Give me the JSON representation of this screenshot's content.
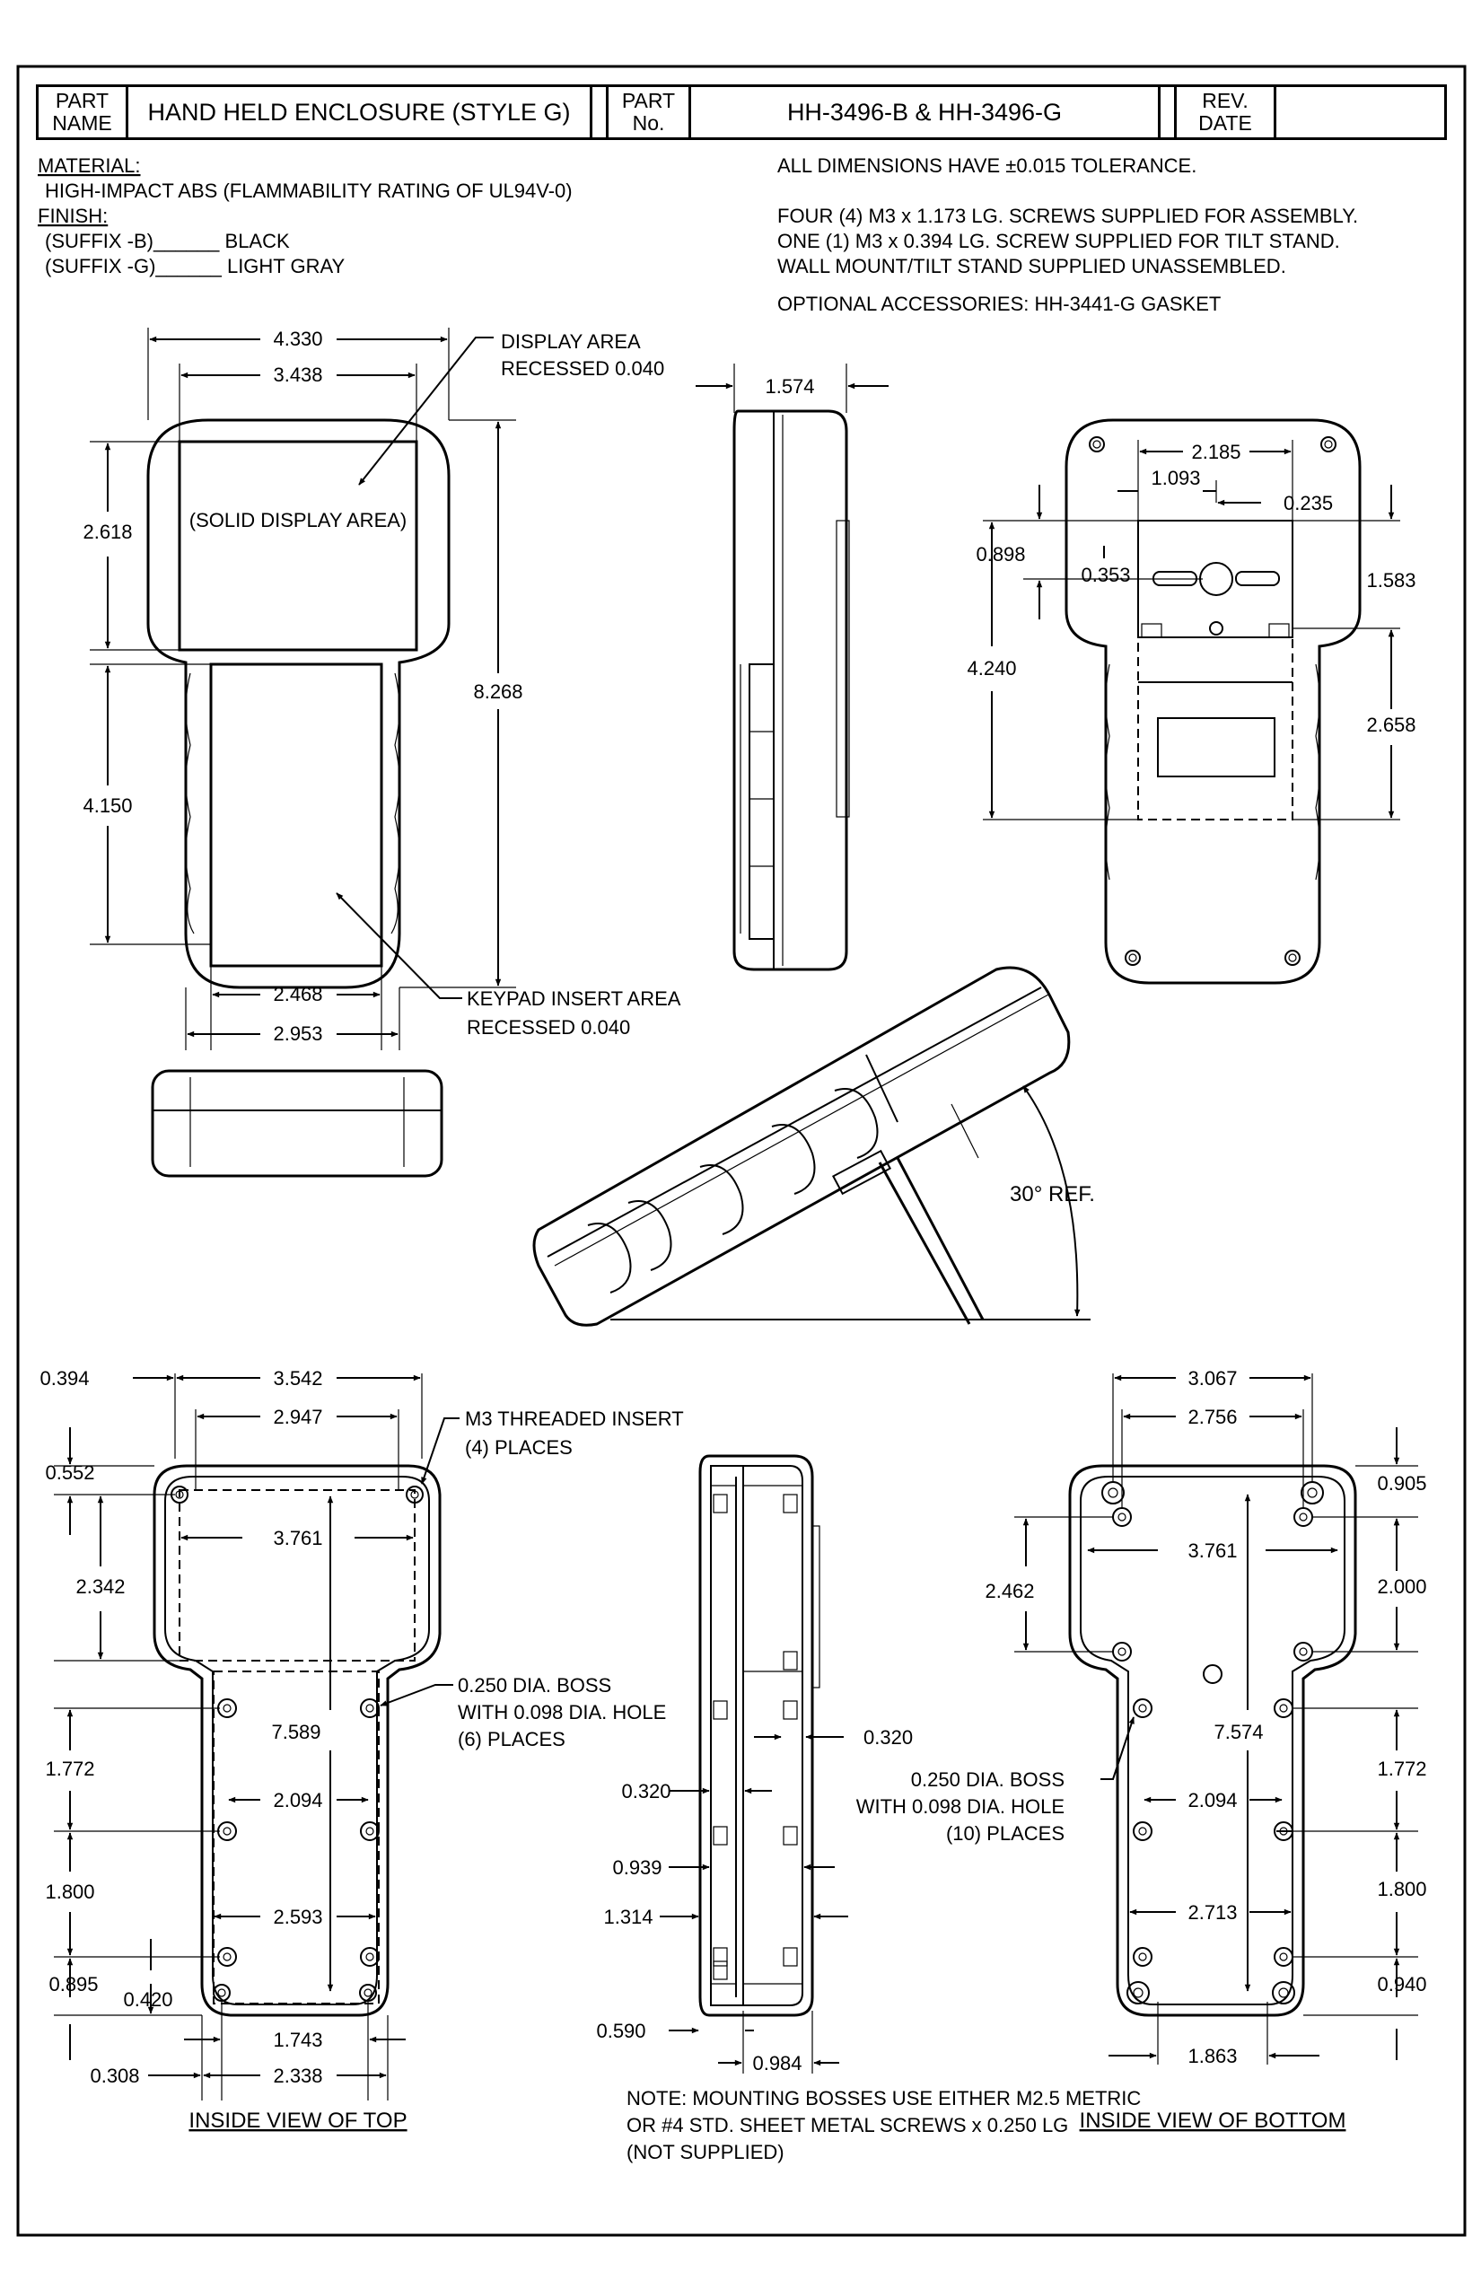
{
  "title_block": {
    "part_name_label": "PART\nNAME",
    "part_name": "HAND HELD ENCLOSURE (STYLE G)",
    "part_no_label": "PART\nNo.",
    "part_no": "HH-3496-B & HH-3496-G",
    "rev_date_label": "REV.\nDATE",
    "rev_date": ""
  },
  "notes_left": {
    "material_heading": "MATERIAL:",
    "material": "HIGH-IMPACT ABS (FLAMMABILITY RATING OF UL94V-0)",
    "finish_heading": "FINISH:",
    "finish_b": "(SUFFIX -B)______ BLACK",
    "finish_g": "(SUFFIX -G)______ LIGHT GRAY"
  },
  "notes_right": {
    "tolerance": "ALL DIMENSIONS HAVE ±0.015 TOLERANCE.",
    "screws_assembly": "FOUR (4) M3 x 1.173 LG. SCREWS SUPPLIED FOR ASSEMBLY.",
    "screw_tilt": "ONE (1) M3 x 0.394 LG. SCREW SUPPLIED FOR TILT STAND.",
    "wall_mount": "WALL MOUNT/TILT STAND SUPPLIED UNASSEMBLED.",
    "accessories": "OPTIONAL ACCESSORIES: HH-3441-G GASKET"
  },
  "front_view": {
    "dim_overall_width": "4.330",
    "dim_display_width": "3.438",
    "dim_display_height": "2.618",
    "dim_overall_height": "8.268",
    "dim_keypad_height": "4.150",
    "dim_keypad_inner_width": "2.468",
    "dim_keypad_outer_width": "2.953",
    "display_callout_1": "DISPLAY AREA",
    "display_callout_2": "RECESSED 0.040",
    "solid_display": "(SOLID DISPLAY AREA)",
    "keypad_callout_1": "KEYPAD INSERT AREA",
    "keypad_callout_2": "RECESSED 0.040"
  },
  "side_view": {
    "dim_depth": "1.574"
  },
  "back_view": {
    "dim_2185": "2.185",
    "dim_1093": "1.093",
    "dim_0235": "0.235",
    "dim_0898": "0.898",
    "dim_0353": "0.353",
    "dim_1583": "1.583",
    "dim_4240": "4.240",
    "dim_2658": "2.658"
  },
  "tilt_view": {
    "angle": "30° REF."
  },
  "inside_top": {
    "dim_0394": "0.394",
    "dim_3542": "3.542",
    "dim_2947": "2.947",
    "dim_0552": "0.552",
    "dim_3761": "3.761",
    "dim_2342": "2.342",
    "dim_7589": "7.589",
    "dim_1772": "1.772",
    "dim_2094": "2.094",
    "dim_1800": "1.800",
    "dim_2593": "2.593",
    "dim_0895": "0.895",
    "dim_0420": "0.420",
    "dim_1743": "1.743",
    "dim_0308": "0.308",
    "dim_2338": "2.338",
    "insert_callout_1": "M3 THREADED INSERT",
    "insert_callout_2": "(4) PLACES",
    "boss_callout_1": "0.250 DIA. BOSS",
    "boss_callout_2": "WITH 0.098 DIA. HOLE",
    "boss_callout_3": "(6) PLACES",
    "caption": "INSIDE VIEW OF TOP"
  },
  "section_view": {
    "dim_0320_right": "0.320",
    "dim_0320_left": "0.320",
    "dim_0939": "0.939",
    "dim_1314": "1.314",
    "dim_0590": "0.590",
    "dim_0984": "0.984"
  },
  "inside_bottom": {
    "dim_3067": "3.067",
    "dim_2756": "2.756",
    "dim_0905": "0.905",
    "dim_3761": "3.761",
    "dim_2462": "2.462",
    "dim_2000": "2.000",
    "dim_7574": "7.574",
    "dim_1772": "1.772",
    "dim_2094": "2.094",
    "dim_1800": "1.800",
    "dim_2713": "2.713",
    "dim_0940": "0.940",
    "dim_1863": "1.863",
    "boss_callout_1": "0.250 DIA. BOSS",
    "boss_callout_2": "WITH 0.098 DIA. HOLE",
    "boss_callout_3": "(10) PLACES",
    "caption": "INSIDE VIEW OF BOTTOM"
  },
  "bottom_note": {
    "line1": "NOTE: MOUNTING BOSSES USE EITHER M2.5 METRIC",
    "line2": "OR #4 STD. SHEET METAL SCREWS x 0.250 LG",
    "line3": "(NOT SUPPLIED)"
  }
}
